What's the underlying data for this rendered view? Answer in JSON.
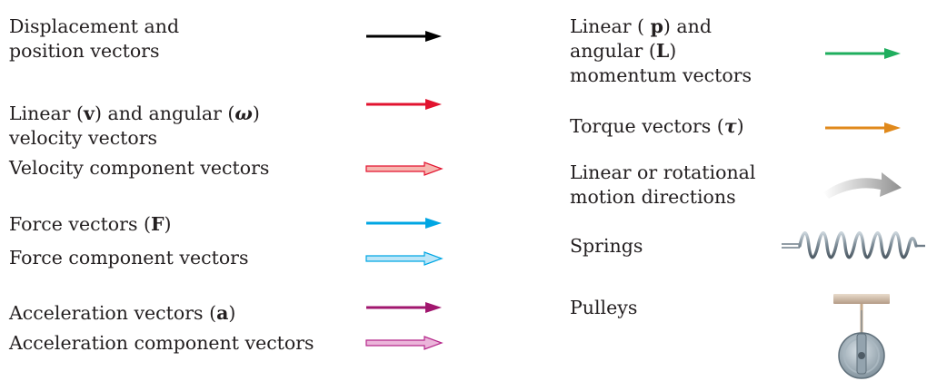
{
  "legend": {
    "left": [
      {
        "id": "displacement",
        "lines": [
          {
            "t": "Displacement and"
          },
          {
            "t": "position vectors"
          }
        ],
        "color": "#000000",
        "style": "solid"
      },
      {
        "id": "velocity",
        "lines": [
          {
            "t": "Linear (",
            "b": "v",
            "t2": ") and angular (",
            "s": "ω",
            "t3": ")"
          },
          {
            "t": "velocity vectors"
          }
        ],
        "color": "#e2132f",
        "style": "solid"
      },
      {
        "id": "velocity-component",
        "lines": [
          {
            "t": "Velocity component vectors"
          }
        ],
        "color": "#e2132f",
        "fill": "#f6b7b0",
        "style": "hollow"
      },
      {
        "id": "force",
        "lines": [
          {
            "t": "Force vectors (",
            "b": "F",
            "t2": ")"
          }
        ],
        "color": "#00a6e3",
        "style": "solid"
      },
      {
        "id": "force-component",
        "lines": [
          {
            "t": "Force component vectors"
          }
        ],
        "color": "#00a6e3",
        "fill": "#bde6f8",
        "style": "hollow"
      },
      {
        "id": "acceleration",
        "lines": [
          {
            "t": "Acceleration vectors (",
            "b": "a",
            "t2": ")"
          }
        ],
        "color": "#a1166e",
        "style": "solid"
      },
      {
        "id": "acceleration-component",
        "lines": [
          {
            "t": "Acceleration component vectors"
          }
        ],
        "color": "#b5278a",
        "fill": "#ebb5da",
        "style": "hollow"
      }
    ],
    "right": [
      {
        "id": "momentum",
        "lines": [
          {
            "t": "Linear ( ",
            "b": "p",
            "t2": ") and"
          },
          {
            "t": "angular (",
            "b": "L",
            "t2": ")"
          },
          {
            "t": "momentum vectors"
          }
        ],
        "color": "#1fae5e",
        "style": "solid"
      },
      {
        "id": "torque",
        "lines": [
          {
            "t": "Torque vectors (",
            "s": "τ",
            "t2": ")"
          }
        ],
        "color": "#e0891b",
        "style": "solid"
      },
      {
        "id": "motion",
        "lines": [
          {
            "t": "Linear or rotational"
          },
          {
            "t": "motion directions"
          }
        ],
        "color": "#9a9a9a",
        "style": "curved"
      },
      {
        "id": "springs",
        "lines": [
          {
            "t": "Springs"
          }
        ],
        "color": "#6f7d88",
        "style": "spring"
      },
      {
        "id": "pulleys",
        "lines": [
          {
            "t": "Pulleys"
          }
        ],
        "color": "#8a9ba6",
        "style": "pulley"
      }
    ]
  }
}
